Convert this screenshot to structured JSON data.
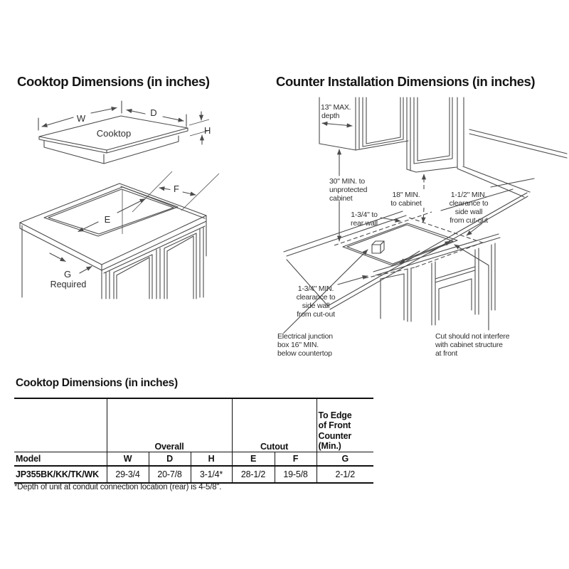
{
  "colors": {
    "line": "#4b4b4b",
    "text": "#2e2e2e",
    "heading": "#151515"
  },
  "left_diagram": {
    "title": "Cooktop Dimensions (in inches)",
    "cooktop_label": "Cooktop",
    "dims": {
      "w": "W",
      "d": "D",
      "h": "H",
      "e": "E",
      "f": "F",
      "g": "G"
    },
    "g_required": "Required"
  },
  "right_diagram": {
    "title": "Counter Installation Dimensions (in inches)",
    "annotations": {
      "max_depth": [
        "13\" MAX.",
        "depth"
      ],
      "min_30": [
        "30\" MIN. to",
        "unprotected",
        "cabinet"
      ],
      "min_18": [
        "18\" MIN.",
        "to cabinet"
      ],
      "rear_wall": [
        "1-3/4\" to",
        "rear wall"
      ],
      "clearance_right": [
        "1-1/2\" MIN.",
        "clearance to",
        "side wall",
        "from cut-out"
      ],
      "clearance_left": [
        "1-3/4\" MIN.",
        "clearance to",
        "side wall",
        "from cut-out"
      ],
      "junction_box": [
        "Electrical junction",
        "box 16\" MIN.",
        "below countertop"
      ],
      "cut_note": [
        "Cut should not interfere",
        "with cabinet structure",
        "at front"
      ]
    }
  },
  "table_section": {
    "title": "Cooktop Dimensions (in inches)",
    "group_overall": "Overall",
    "group_cutout": "Cutout",
    "group_front_edge": [
      "To Edge",
      "of Front",
      "Counter",
      "(Min.)"
    ],
    "columns": [
      "Model",
      "W",
      "D",
      "H",
      "E",
      "F",
      "G"
    ],
    "row": {
      "model": "JP355BK/KK/TK/WK",
      "w": "29-3/4",
      "d": "20-7/8",
      "h": "3-1/4*",
      "e": "28-1/2",
      "f": "19-5/8",
      "g": "2-1/2"
    },
    "footnote": "*Depth of unit at conduit connection location (rear) is 4-5/8\"."
  }
}
